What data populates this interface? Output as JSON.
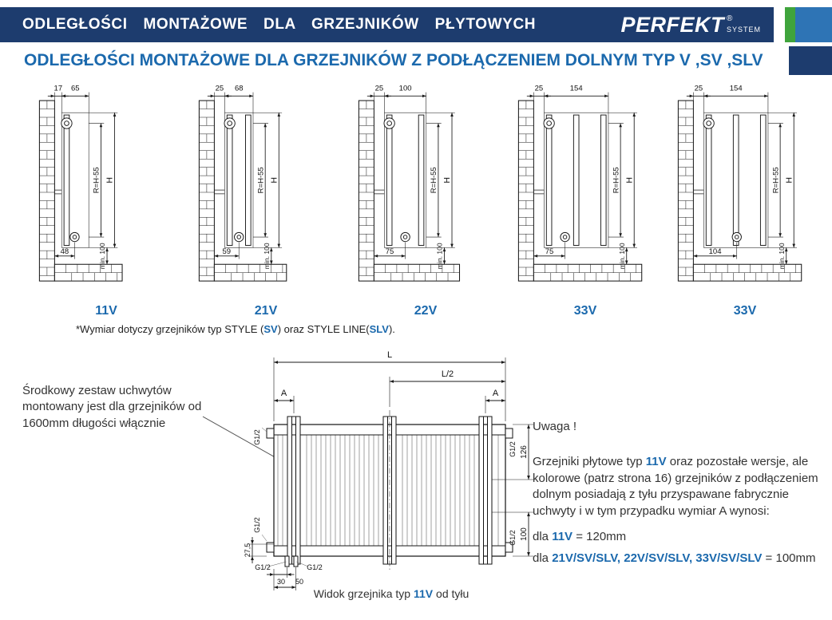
{
  "header": {
    "title": "ODLEGŁOŚCI  MONTAŻOWE  DLA  GRZEJNIKÓW  PŁYTOWYCH",
    "brand": "PERFEKT",
    "brand_reg": "®",
    "brand_sub": "SYSTEM"
  },
  "subheader": {
    "title": "ODLEGŁOŚCI MONTAŻOWE DLA GRZEJNIKÓW Z PODŁĄCZENIEM DOLNYM TYP V ,SV ,SLV"
  },
  "colors": {
    "navy": "#1d3c6e",
    "blue_text": "#1b69ad",
    "green_accent": "#3fa43c",
    "steel_blue": "#2e74b5"
  },
  "diagrams": [
    {
      "type_label": "11V",
      "wall_offset": "17",
      "depth": "65",
      "reduced_height": "R=H-55",
      "height": "H",
      "bottom_offset": "48",
      "floor_clearance": "min. 100",
      "panels": 1
    },
    {
      "type_label": "21V",
      "wall_offset": "25",
      "depth": "68",
      "reduced_height": "R=H-55",
      "height": "H",
      "bottom_offset": "59",
      "floor_clearance": "min. 100",
      "panels": 2
    },
    {
      "type_label": "22V",
      "wall_offset": "25",
      "depth": "100",
      "reduced_height": "R=H-55",
      "height": "H",
      "bottom_offset": "75",
      "floor_clearance": "min. 100",
      "panels": 2
    },
    {
      "type_label": "33V",
      "wall_offset": "25",
      "depth": "154",
      "reduced_height": "R=H-55",
      "height": "H",
      "bottom_offset": "75",
      "floor_clearance": "min. 100",
      "panels": 3
    },
    {
      "type_label": "33V",
      "wall_offset": "25",
      "depth": "154",
      "reduced_height": "R=H-55",
      "height": "H",
      "bottom_offset": "104",
      "floor_clearance": "min. 100",
      "panels": 3
    }
  ],
  "footnote": {
    "p1": "*Wymiar dotyczy grzejników typ STYLE (",
    "sv": "SV",
    "p2": ") oraz STYLE LINE(",
    "slv": "SLV",
    "p3": ")."
  },
  "bottom": {
    "bracket_note": "Środkowy zestaw uchwytów montowany jest dla grzejników od 1600mm długości włącznie",
    "rear_view": {
      "dim_length": "L",
      "dim_half_length": "L/2",
      "dim_a_left": "A",
      "dim_a_right": "A",
      "g12_top_left": "G1/2",
      "g12_top_right": "G1/2",
      "dim_top_right": "126",
      "g12_bottom_left": "G1/2",
      "g12_bottom_right": "G1/2",
      "dim_bottom_right": "100",
      "dim_bottom_left": "27,5",
      "g12_pipe_left": "G1/2",
      "g12_pipe_right": "G1/2",
      "dim_pipe1": "30",
      "dim_pipe2": "50",
      "caption_prefix": "Widok grzejnika typ ",
      "caption_type": "11V",
      "caption_suffix": " od tyłu"
    },
    "uwaga": {
      "title": "Uwaga !",
      "p1": "Grzejniki płytowe typ ",
      "hl1": "11V",
      "p2": " oraz pozostałe wersje, ale kolorowe (patrz strona 16) grzejników z podłączeniem dolnym posiadają z tyłu przyspawane fabrycznie uchwyty i w tym przypadku wymiar A wynosi:",
      "line1": {
        "prefix": "dla ",
        "value": "11V",
        "suffix": " = 120mm"
      },
      "line2": {
        "prefix": "dla ",
        "value": "21V/SV/SLV, 22V/SV/SLV, 33V/SV/SLV",
        "suffix": " = 100mm"
      }
    }
  }
}
